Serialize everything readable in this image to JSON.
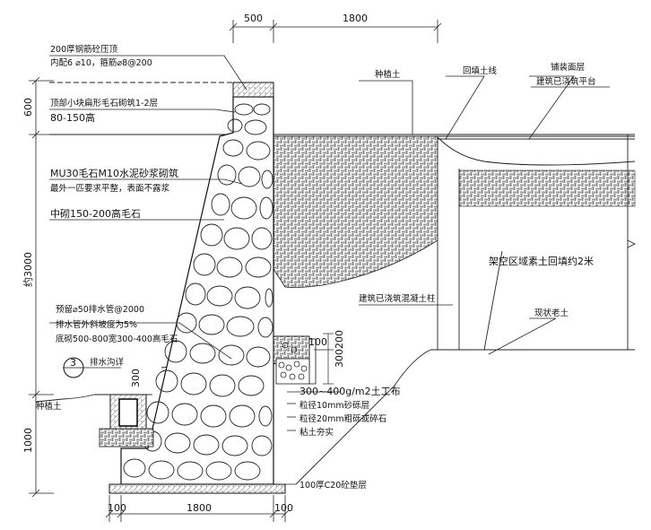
{
  "dimensions": {
    "top_500": "500",
    "top_1800": "1800",
    "left_600": "600",
    "left_3000": "约3000",
    "left_1000": "1000",
    "bottom_100_left": "100",
    "bottom_1800": "1800",
    "bottom_100_right": "100",
    "drain_100": "100",
    "drain_300_200": "300200",
    "drain_300": "300"
  },
  "annotations": {
    "coping_line1": "200厚钢筋砼压顶",
    "coping_line2": "内配6 ⌀10，箍筋⌀8@200",
    "top_stone_line1": "顶部小块扁形毛石砌筑1-2层",
    "top_stone_line2": "80-150高",
    "mortar_line1": "MU30毛石M10水泥砂浆砌筑",
    "mortar_line2": "最外一匹要求平整，表面不露浆",
    "mid_stone": "中砌150-200高毛石",
    "weep_line1": "预留⌀50排水管@2000",
    "weep_line2": "排水管外斜坡度为5%",
    "weep_line3": "底砌500-800宽300-400高毛石",
    "ditch_marker": "3",
    "ditch_label": "排水沟详",
    "planting_soil_left": "种植土",
    "planting_soil_top": "种植土",
    "backfill_line": "回填土线",
    "paving_layer": "铺装面层",
    "building_platform": "建筑已浇筑平台",
    "fill_note": "架空区域素土回填约2米",
    "concrete_column": "建筑已浇筑混凝土柱",
    "existing_soil": "现状老土",
    "geotextile": "300~400g/m2土工布",
    "sand_layer": "粒径10mm砂砾层",
    "gravel_layer": "粒径20mm粗砾或碎石",
    "clay_layer": "粘土夯实",
    "cushion": "100厚C20砼垫层"
  }
}
